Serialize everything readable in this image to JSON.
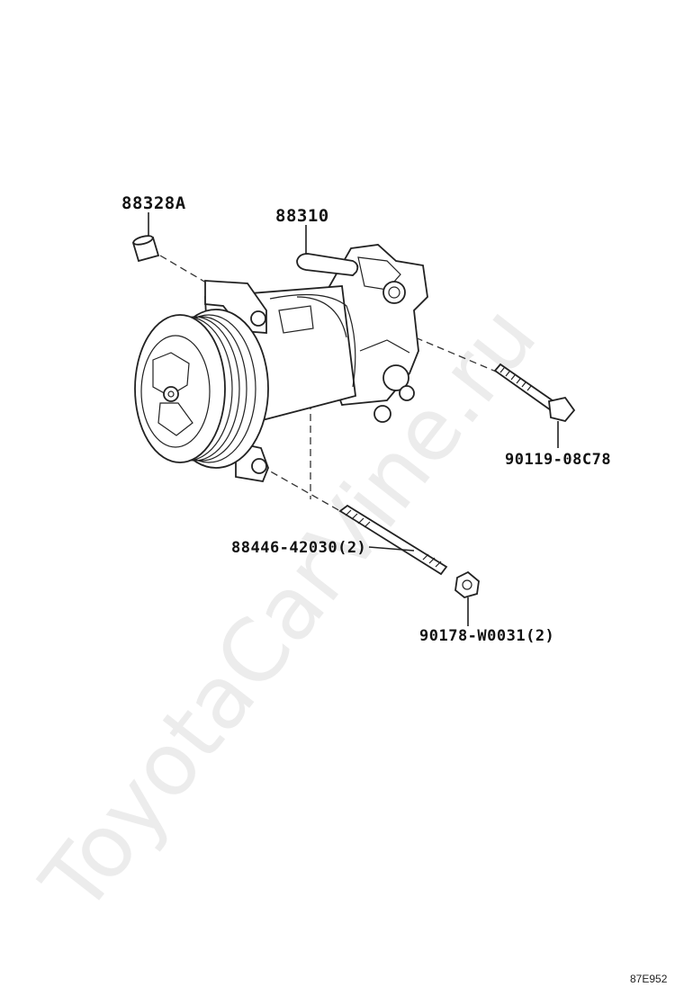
{
  "watermark": "ToyotaCarVine.ru",
  "parts": {
    "sleeve": "88328A",
    "compressor": "88310",
    "bolt": "90119-08C78",
    "stud": "88446-42030(2)",
    "nut": "90178-W0031(2)"
  },
  "diagram_code": "87E952"
}
